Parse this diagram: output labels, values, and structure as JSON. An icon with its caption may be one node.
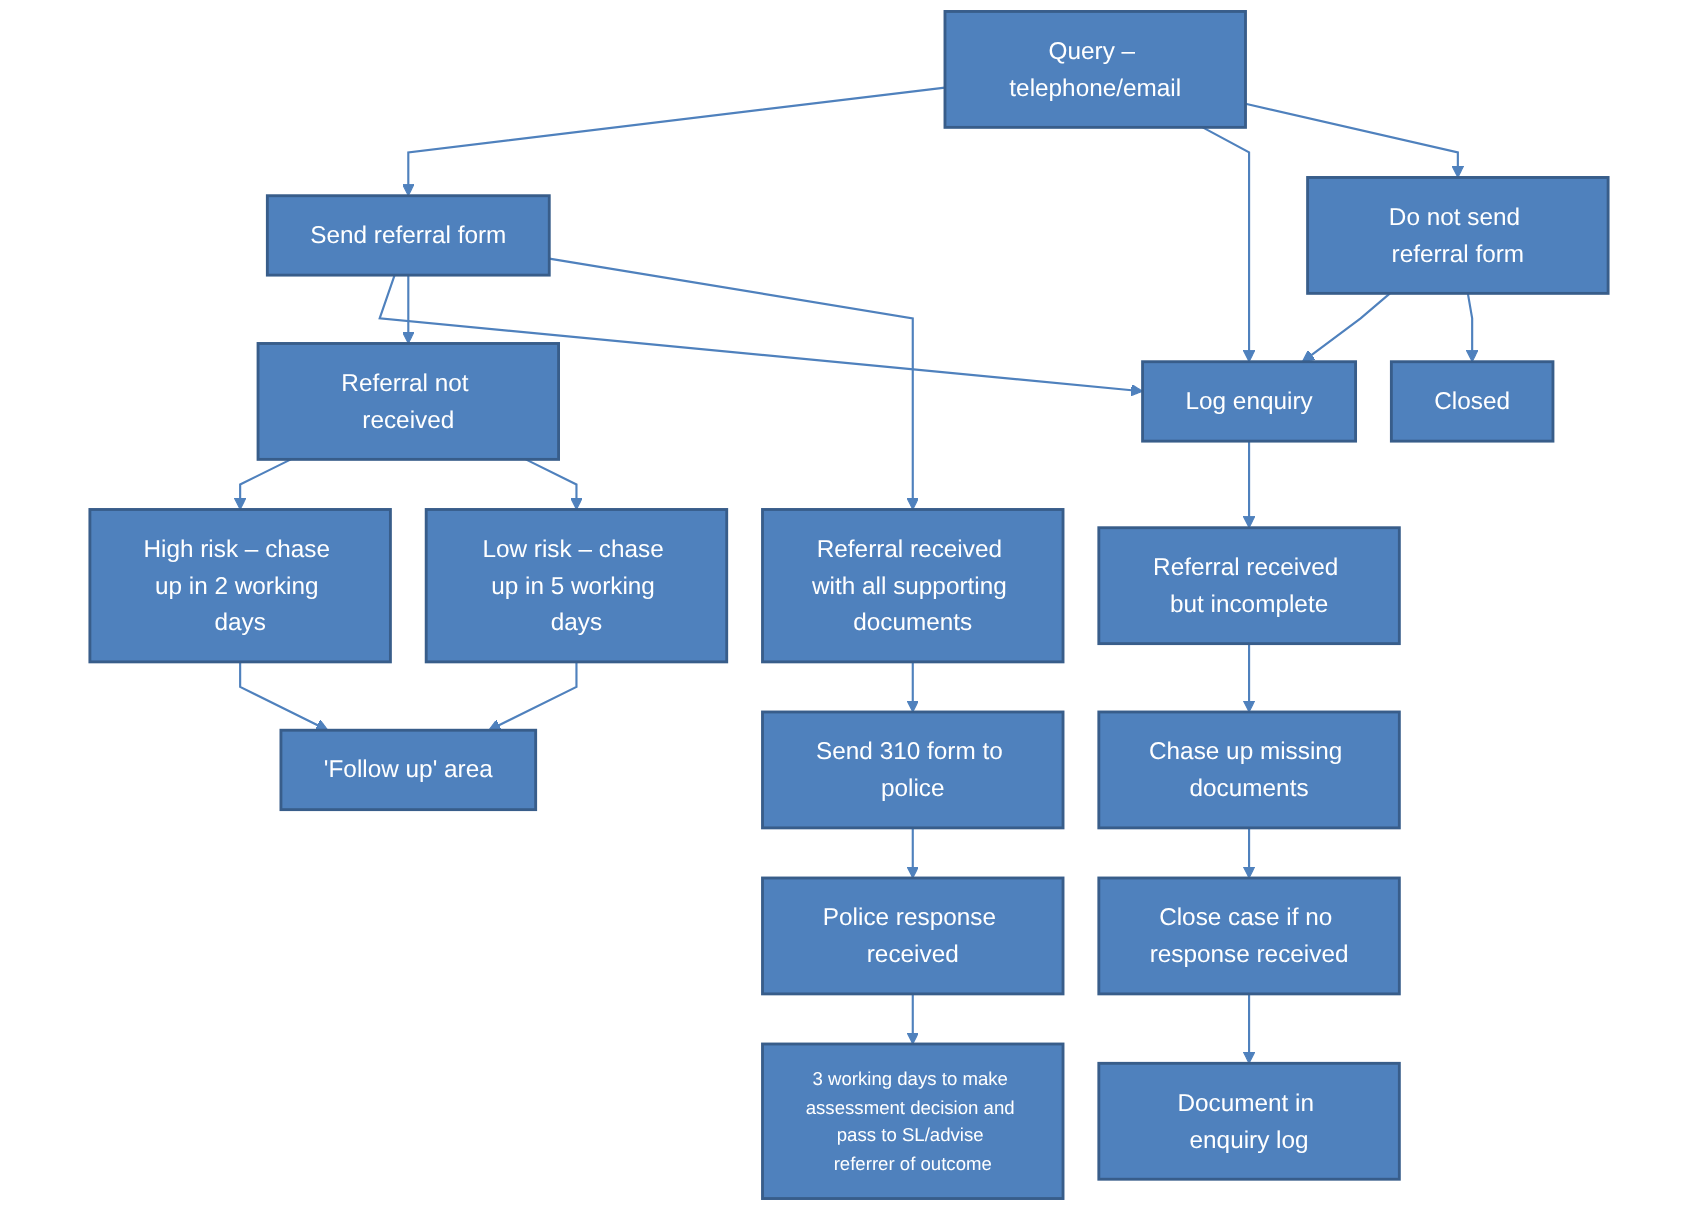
{
  "diagram": {
    "nodes": [
      {
        "text": [
          "Query – telephone/email"
        ]
      },
      {
        "text": [
          "Send referral form"
        ]
      },
      {
        "text": [
          "Log enquiry"
        ]
      },
      {
        "text": [
          "Do not send referral form"
        ]
      },
      {
        "text": [
          "Closed"
        ]
      },
      {
        "text": [
          "Referral not received"
        ]
      },
      {
        "text": [
          "Referral received but incomplete"
        ]
      },
      {
        "text": [
          "Referral received with all supporting documents"
        ]
      },
      {
        "text": [
          "High risk – chase up in 2 working days"
        ]
      },
      {
        "text": [
          "Low risk – chase up in 5 working days"
        ]
      },
      {
        "text": [
          "'Follow up' area"
        ]
      },
      {
        "text": [
          "Chase up missing documents"
        ]
      },
      {
        "text": [
          "Send 310 form to police"
        ]
      },
      {
        "text": [
          "Close case if no response received"
        ]
      },
      {
        "text": [
          "Police response received"
        ]
      },
      {
        "text": [
          "Document in enquiry log"
        ]
      },
      {
        "text": [
          "3 working days to make assessment decision and pass to SL/advise referrer of outcome"
        ]
      }
    ],
    "edges": [
      {
        "from": 0,
        "to": 1,
        "arrow": "to"
      },
      {
        "from": 0,
        "to": 2,
        "arrow": "to"
      },
      {
        "from": 0,
        "to": 3,
        "arrow": "to"
      },
      {
        "from": 1,
        "to": 2,
        "arrow": "to"
      },
      {
        "from": 3,
        "to": 2,
        "arrow": "to"
      },
      {
        "from": 3,
        "to": 4,
        "arrow": "to"
      },
      {
        "from": 1,
        "to": 5,
        "arrow": "to"
      },
      {
        "from": 1,
        "to": 7,
        "arrow": "to"
      },
      {
        "from": 2,
        "to": 6,
        "arrow": "to"
      },
      {
        "from": 5,
        "to": 8,
        "arrow": "to"
      },
      {
        "from": 5,
        "to": 9,
        "arrow": "to"
      },
      {
        "from": 8,
        "to": 10,
        "arrow": "to"
      },
      {
        "from": 9,
        "to": 10,
        "arrow": "to"
      },
      {
        "from": 6,
        "to": 11,
        "arrow": "to"
      },
      {
        "from": 11,
        "to": 13,
        "arrow": "to"
      },
      {
        "from": 13,
        "to": 15,
        "arrow": "to"
      },
      {
        "from": 7,
        "to": 12,
        "arrow": "to"
      },
      {
        "from": 12,
        "to": 14,
        "arrow": "to"
      },
      {
        "from": 14,
        "to": 16,
        "arrow": "to"
      }
    ]
  }
}
